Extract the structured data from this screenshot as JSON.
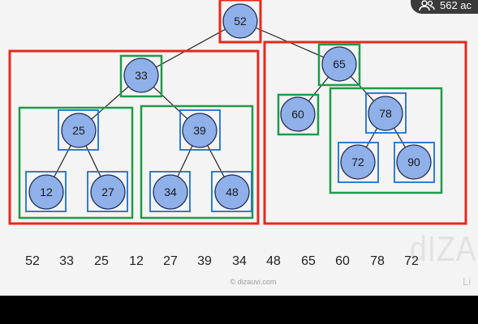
{
  "tree": {
    "nodes": [
      {
        "id": "n52",
        "label": "52"
      },
      {
        "id": "n33",
        "label": "33"
      },
      {
        "id": "n65",
        "label": "65"
      },
      {
        "id": "n25",
        "label": "25"
      },
      {
        "id": "n39",
        "label": "39"
      },
      {
        "id": "n60",
        "label": "60"
      },
      {
        "id": "n78",
        "label": "78"
      },
      {
        "id": "n12",
        "label": "12"
      },
      {
        "id": "n27",
        "label": "27"
      },
      {
        "id": "n34",
        "label": "34"
      },
      {
        "id": "n48",
        "label": "48"
      },
      {
        "id": "n72",
        "label": "72"
      },
      {
        "id": "n90",
        "label": "90"
      }
    ],
    "node_fill": "#8fb0e8",
    "node_stroke": "#1f2f55",
    "box_colors": {
      "root": "#e8281c",
      "level1": "#1f9a4b",
      "level2": "#1f6fc9"
    }
  },
  "sequence": [
    "52",
    "33",
    "25",
    "12",
    "27",
    "39",
    "34",
    "48",
    "65",
    "60",
    "78",
    "72"
  ],
  "copyright": "© dizauvi.com",
  "watermark": "dIZAUV",
  "watermark_small": "Li",
  "viewer_badge": {
    "icon": "users-icon",
    "count_text": "562 ac"
  }
}
